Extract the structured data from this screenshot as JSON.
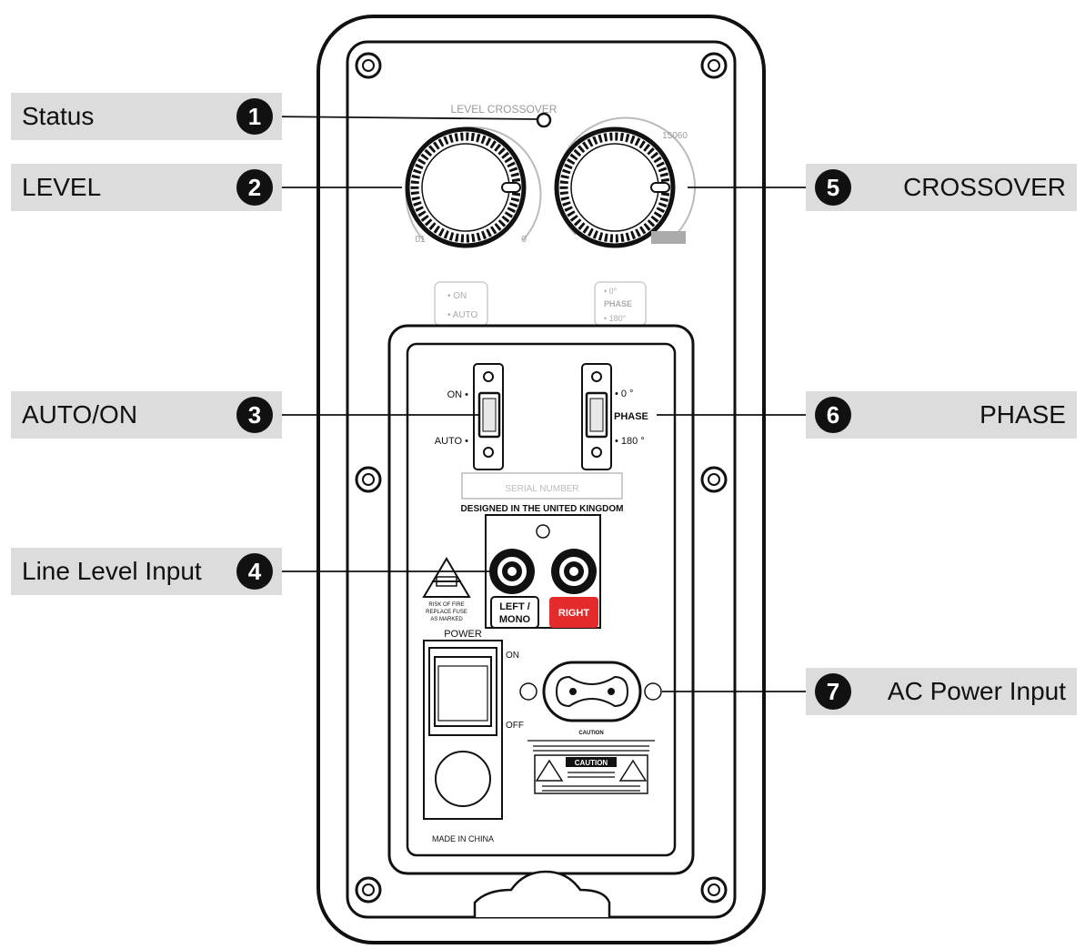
{
  "callouts": [
    {
      "number": "1",
      "label": "Status"
    },
    {
      "number": "2",
      "label": "LEVEL"
    },
    {
      "number": "3",
      "label": "AUTO/ON"
    },
    {
      "number": "4",
      "label": "Line Level Input"
    },
    {
      "number": "5",
      "label": "CROSSOVER"
    },
    {
      "number": "6",
      "label": "PHASE"
    },
    {
      "number": "7",
      "label": "AC Power Input"
    }
  ],
  "panel": {
    "top_label": "LEVEL CROSSOVER",
    "level_min": "01",
    "level_max": "0",
    "crossover_max": "15060",
    "auto_on_card": {
      "on": "• ON",
      "auto": "• AUTO"
    },
    "phase_card": {
      "zero": "• 0°",
      "title": "PHASE",
      "oneeighty": "• 180°"
    },
    "switch_on": "ON •",
    "switch_auto": "AUTO •",
    "phase_zero": "• 0 °",
    "phase_label": "PHASE",
    "phase_180": "• 180 °",
    "serial": "SERIAL NUMBER",
    "designed": "DESIGNED IN THE UNITED KINGDOM",
    "left_mono_1": "LEFT /",
    "left_mono_2": "MONO",
    "right": "RIGHT",
    "fuse_1": "RISK OF FIRE",
    "fuse_2": "REPLACE FUSE",
    "fuse_3": "AS MARKED",
    "power": "POWER",
    "power_on": "ON",
    "power_off": "OFF",
    "caution_small": "CAUTION",
    "caution_box": "CAUTION",
    "made_in": "MADE IN CHINA"
  },
  "colors": {
    "label_bg": "#dcdcdc",
    "badge": "#111111",
    "right_tag": "#e32b2b"
  }
}
